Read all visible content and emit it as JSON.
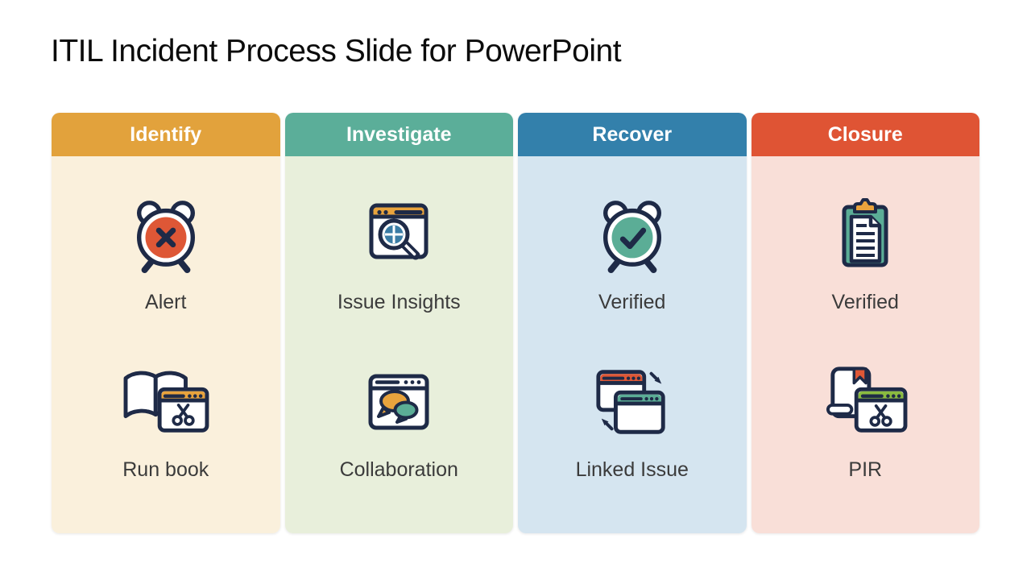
{
  "slide": {
    "title": "ITIL Incident Process Slide for PowerPoint"
  },
  "columns": [
    {
      "header": "Identify",
      "header_color": "#E2A23C",
      "body_color": "#FAF0DC",
      "items": [
        {
          "label": "Alert"
        },
        {
          "label": "Run book"
        }
      ]
    },
    {
      "header": "Investigate",
      "header_color": "#5BAE99",
      "body_color": "#E8EFDB",
      "items": [
        {
          "label": "Issue Insights"
        },
        {
          "label": "Collaboration"
        }
      ]
    },
    {
      "header": "Recover",
      "header_color": "#3380AB",
      "body_color": "#D5E5F0",
      "items": [
        {
          "label": "Verified"
        },
        {
          "label": "Linked Issue"
        }
      ]
    },
    {
      "header": "Closure",
      "header_color": "#DF5434",
      "body_color": "#F9DFD8",
      "items": [
        {
          "label": "Verified"
        },
        {
          "label": "PIR"
        }
      ]
    }
  ],
  "icon_colors": {
    "outline": "#1E2A47",
    "orange": "#E8A33D",
    "red_orange": "#DE5736",
    "teal": "#5BAD96",
    "green": "#8ABB40",
    "blue": "#3A7CA5"
  }
}
